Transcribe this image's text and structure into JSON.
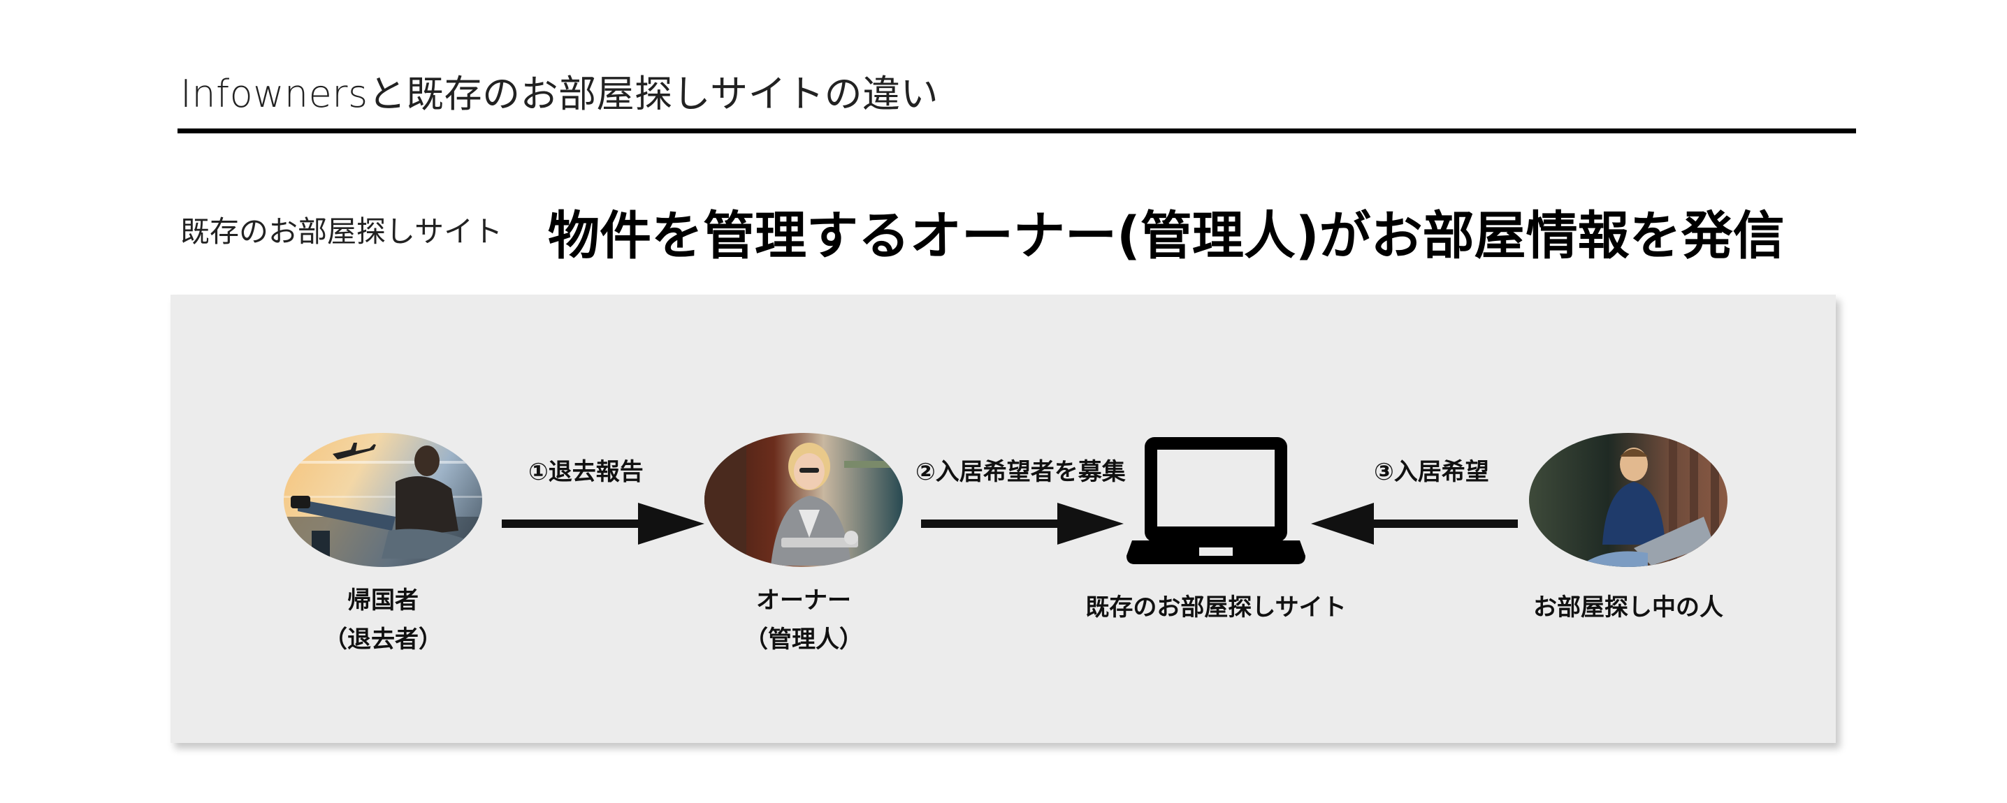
{
  "header": {
    "title": "Infownersと既存のお部屋探しサイトの違い"
  },
  "section": {
    "label": "既存のお部屋探しサイト",
    "headline": "物件を管理するオーナー(管理人)がお部屋情報を発信"
  },
  "diagram": {
    "nodes": [
      {
        "id": "returnee",
        "line1": "帰国者",
        "line2": "（退去者）",
        "icon": "traveler-photo"
      },
      {
        "id": "owner",
        "line1": "オーナー",
        "line2": "（管理人）",
        "icon": "owner-photo"
      },
      {
        "id": "site",
        "line1": "既存のお部屋探しサイト",
        "icon": "laptop-icon"
      },
      {
        "id": "seeker",
        "line1": "お部屋探し中の人",
        "icon": "seeker-photo"
      }
    ],
    "edges": [
      {
        "label": "①退去報告",
        "from": "returnee",
        "to": "owner"
      },
      {
        "label": "②入居希望者を募集",
        "from": "owner",
        "to": "site"
      },
      {
        "label": "③入居希望",
        "from": "seeker",
        "to": "site"
      }
    ]
  },
  "colors": {
    "panel": "#ececec",
    "arrow": "#111111",
    "rule": "#000000"
  }
}
